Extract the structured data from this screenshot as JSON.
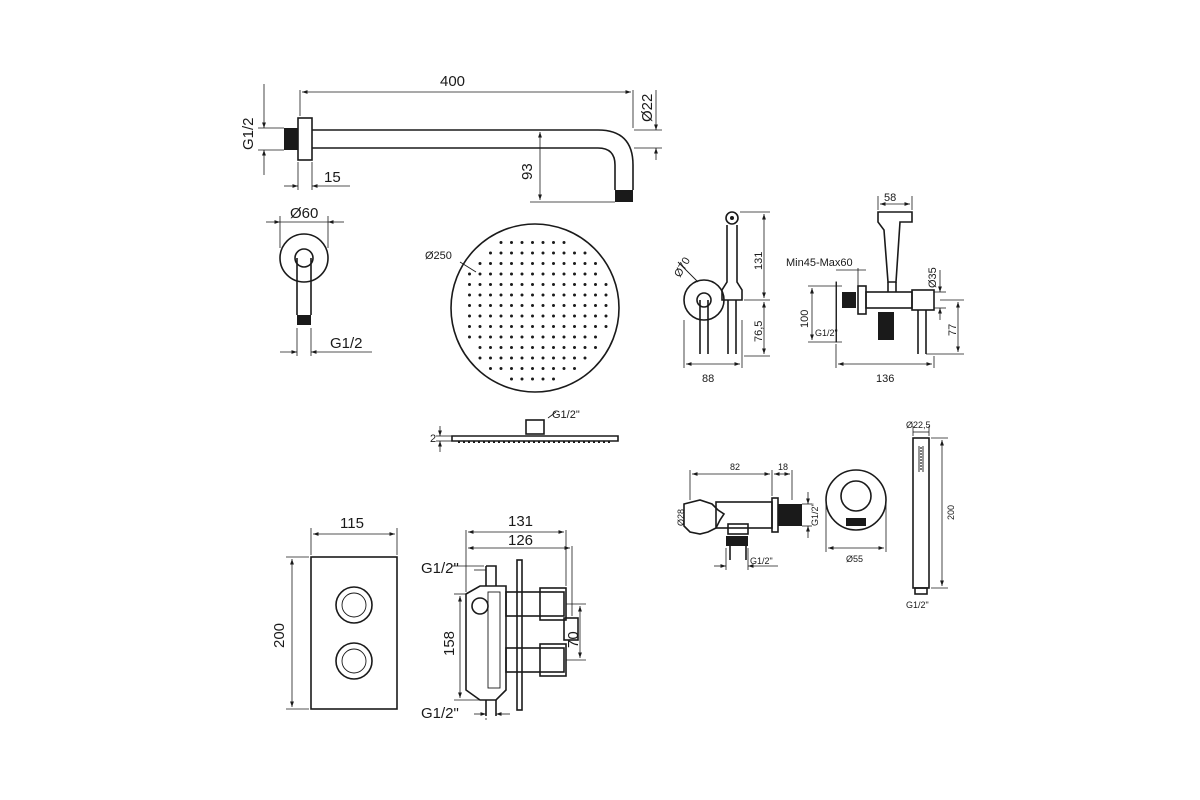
{
  "shower_arm": {
    "length": "400",
    "thread": "G1/2",
    "diameter": "Ø22",
    "flange_depth": "15",
    "drop": "93"
  },
  "arm_flange": {
    "diameter": "Ø60",
    "thread": "G1/2"
  },
  "shower_head": {
    "diameter": "Ø250",
    "thread": "G1/2\"",
    "thickness": "2"
  },
  "bidet_valve_front": {
    "diameter": "Ø70",
    "height": "131",
    "axis_height": "76,5",
    "width": "88"
  },
  "bidet_valve_side": {
    "handset_width": "58",
    "depth_range": "Min45-Max60",
    "valve_diameter": "Ø35",
    "height": "100",
    "thread": "G1/2\"",
    "axis_height": "77",
    "total_depth": "136"
  },
  "wall_outlet": {
    "length": "82",
    "flange": "18",
    "diameter": "Ø28",
    "thread_side": "G1/2\"",
    "thread_bottom": "G1/2\""
  },
  "outlet_flange": {
    "diameter": "Ø55"
  },
  "hand_shower": {
    "diameter": "Ø22,5",
    "length": "200",
    "thread": "G1/2\""
  },
  "mixer_plate": {
    "width": "115",
    "height": "200"
  },
  "mixer_body": {
    "depth_total": "131",
    "depth_body": "126",
    "thread_top": "G1/2\"",
    "height": "158",
    "knob_spacing": "70",
    "thread_bottom": "G1/2\""
  }
}
